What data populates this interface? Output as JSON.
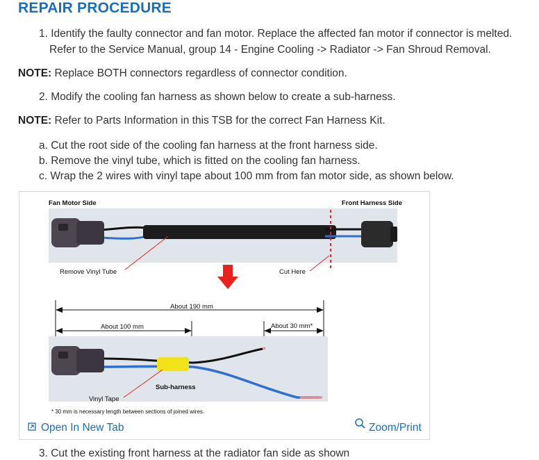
{
  "heading": "REPAIR PROCEDURE",
  "steps": {
    "s1_line1": "1. Identify the faulty connector and fan motor. Replace the affected fan motor if connector is melted.",
    "s1_line2": "Refer to the Service Manual, group 14 - Engine Cooling -> Radiator -> Fan Shroud Removal.",
    "note1_label": "NOTE:",
    "note1_text": " Replace BOTH connectors regardless of connector condition.",
    "s2": "2. Modify the cooling fan harness as shown below to create a sub-harness.",
    "note2_label": "NOTE:",
    "note2_text": " Refer to Parts Information in this TSB for the correct Fan Harness Kit.",
    "sa": "a. Cut the root side of the cooling fan harness at the front harness side.",
    "sb": "b. Remove the vinyl tube, which is fitted on the cooling fan harness.",
    "sc": "c. Wrap the 2 wires with vinyl tape about 100 mm from fan motor side, as shown below.",
    "s3": "3. Cut the existing front harness at the radiator fan side as shown"
  },
  "figure": {
    "fan_motor_side": "Fan Motor Side",
    "front_harness_side": "Front Harness Side",
    "remove_vinyl_tube": "Remove Vinyl Tube",
    "cut_here": "Cut Here",
    "about_190": "About 190 mm",
    "about_100": "About 100 mm",
    "about_30": "About 30 mm*",
    "sub_harness": "Sub-harness",
    "vinyl_tape": "Vinyl Tape",
    "footnote": "* 30 mm is necessary length between sections of joined wires.",
    "open_new_tab": "Open In New Tab",
    "zoom_print": "Zoom/Print",
    "colors": {
      "link": "#1a6fb5",
      "wire_blue": "#2f6fd0",
      "tape_yellow": "#f2e21a",
      "arrow_red": "#e8231f"
    }
  }
}
